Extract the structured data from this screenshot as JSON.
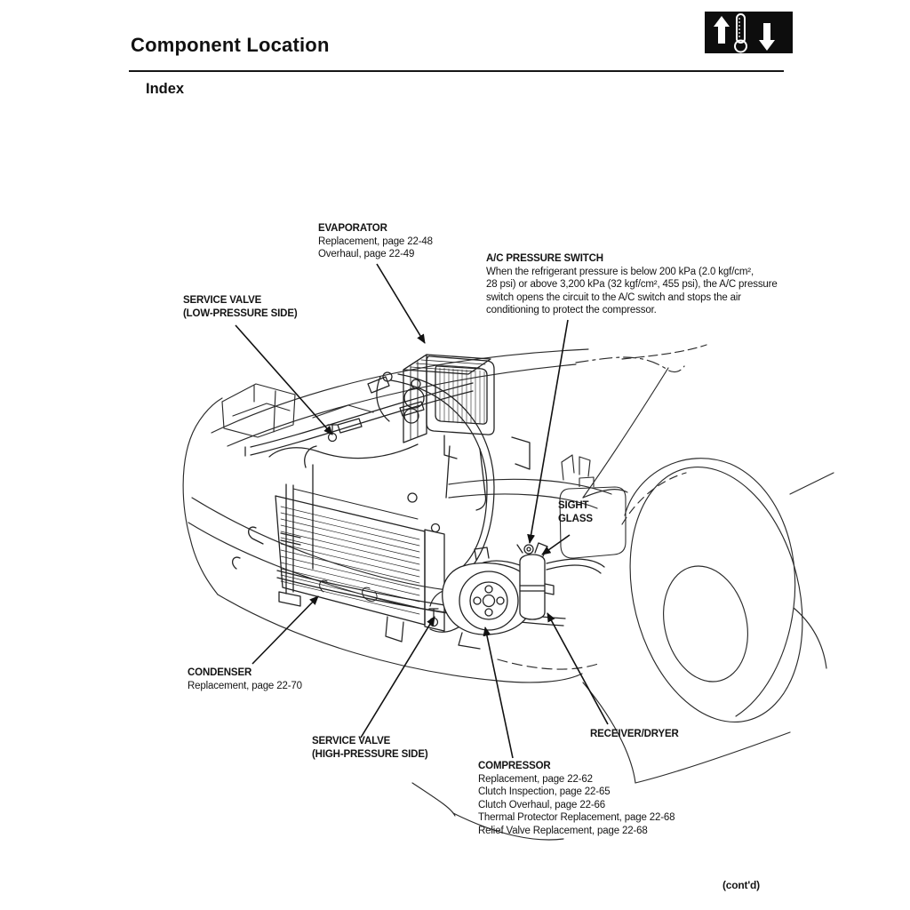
{
  "header": {
    "title": "Component Location",
    "section": "Index",
    "icon": "temperature-up-down-thermometer"
  },
  "footer": {
    "contd": "(cont'd)"
  },
  "colors": {
    "ink": "#1f1f1f",
    "paper": "#ffffff",
    "icon_bg": "#0d0d0d"
  },
  "callouts": {
    "evaporator": {
      "title": "EVAPORATOR",
      "lines": [
        "Replacement, page 22-48",
        "Overhaul, page 22-49"
      ]
    },
    "ac_pressure_switch": {
      "title": "A/C PRESSURE SWITCH",
      "lines": [
        "When the refrigerant pressure is below 200 kPa (2.0 kgf/cm²,",
        "28 psi) or above 3,200 kPa (32 kgf/cm², 455 psi), the A/C pressure",
        "switch opens the circuit to the A/C switch and stops the air",
        "conditioning to protect the compressor."
      ]
    },
    "service_valve_low": {
      "title": "SERVICE VALVE",
      "title2": "(LOW-PRESSURE SIDE)"
    },
    "sight_glass": {
      "title": "SIGHT",
      "title2": "GLASS"
    },
    "condenser": {
      "title": "CONDENSER",
      "lines": [
        "Replacement, page 22-70"
      ]
    },
    "service_valve_high": {
      "title": "SERVICE VALVE",
      "title2": "(HIGH-PRESSURE SIDE)"
    },
    "receiver_dryer": {
      "title": "RECEIVER/DRYER"
    },
    "compressor": {
      "title": "COMPRESSOR",
      "lines": [
        "Replacement, page 22-62",
        "Clutch Inspection, page 22-65",
        "Clutch Overhaul, page 22-66",
        "Thermal Protector Replacement, page 22-68",
        "Relief Valve Replacement, page 22-68"
      ]
    }
  }
}
